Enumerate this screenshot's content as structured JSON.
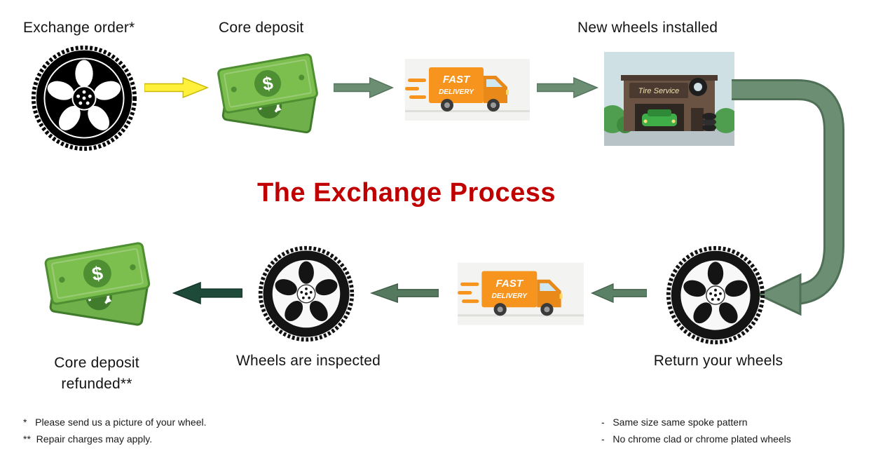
{
  "title": "The Exchange Process",
  "steps": {
    "exchange_order": "Exchange order*",
    "core_deposit": "Core deposit",
    "new_wheels_installed": "New wheels installed",
    "return_your_wheels": "Return your wheels",
    "wheels_are_inspected": "Wheels are inspected",
    "core_deposit_refunded": "Core deposit\nrefunded**"
  },
  "icons": {
    "truck_line1": "FAST",
    "truck_line2": "DELIVERY",
    "shop_sign": "Tire Service",
    "dollar_sign": "$"
  },
  "footnotes": {
    "left_line1": "*   Please send us a picture of your wheel.",
    "left_line2": "**  Repair charges may apply.",
    "right_line1": "-   Same size same spoke pattern",
    "right_line2": "-   No chrome clad or chrome plated wheels"
  },
  "colors": {
    "title_red": "#C00000",
    "arrow_yellow": "#FFF13B",
    "arrow_green": "#6C8F74",
    "arrow_mid_green": "#55795F",
    "arrow_dark_green": "#1E4B39",
    "money_green": "#7DBF4E",
    "truck_orange": "#F7941D"
  }
}
